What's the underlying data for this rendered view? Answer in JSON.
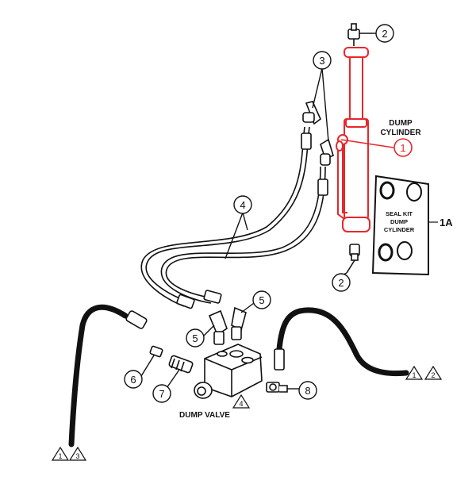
{
  "diagram": {
    "labels": {
      "dump_cylinder_line1": "DUMP",
      "dump_cylinder_line2": "CYLINDER",
      "dump_valve": "DUMP VALVE",
      "seal_kit_line1": "SEAL KIT",
      "seal_kit_line2": "DUMP",
      "seal_kit_line3": "CYLINDER",
      "seal_kit_ref": "1A"
    },
    "callouts": {
      "c1": "1",
      "c2_top": "2",
      "c2_bottom": "2",
      "c3": "3",
      "c4": "4",
      "c5_right": "5",
      "c5_left": "5",
      "c6": "6",
      "c7": "7",
      "c8": "8"
    },
    "warnings": {
      "valve_note": "4",
      "right_hose_a": "1",
      "right_hose_b": "2",
      "left_hose_a": "1",
      "left_hose_b": "3"
    },
    "colors": {
      "highlight": "#e8262b",
      "line": "#111111"
    }
  }
}
